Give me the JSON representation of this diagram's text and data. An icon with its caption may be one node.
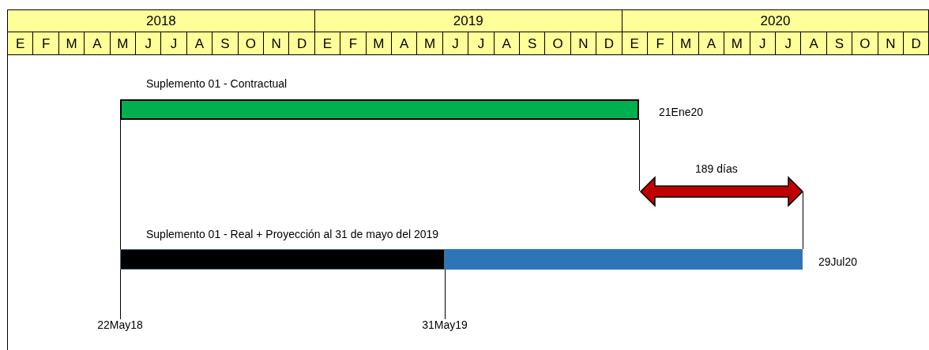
{
  "diagram": {
    "nodes": [
      {
        "text": [
          "Suplemento 01 - Contractual"
        ],
        "beside": [
          "21Ene20"
        ]
      },
      {
        "text": [],
        "shape": "bar"
      },
      {
        "text": [],
        "shape": "bar",
        "beside": [
          "29Jul20"
        ]
      }
    ],
    "edges": [],
    "labels": [
      "2018",
      "2019",
      "2020",
      "E",
      "F",
      "M",
      "A",
      "M",
      "J",
      "J",
      "A",
      "S",
      "O",
      "N",
      "D",
      "E",
      "F",
      "M",
      "A",
      "M",
      "J",
      "J",
      "A",
      "S",
      "O",
      "N",
      "D",
      "E",
      "F",
      "M",
      "A",
      "M",
      "J",
      "J",
      "A",
      "S",
      "O",
      "N",
      "D",
      "Suplemento 01 - Real + Proyección al 31 de mayo del 2019",
      "189 días",
      "22May18",
      "31May19"
    ]
  }
}
